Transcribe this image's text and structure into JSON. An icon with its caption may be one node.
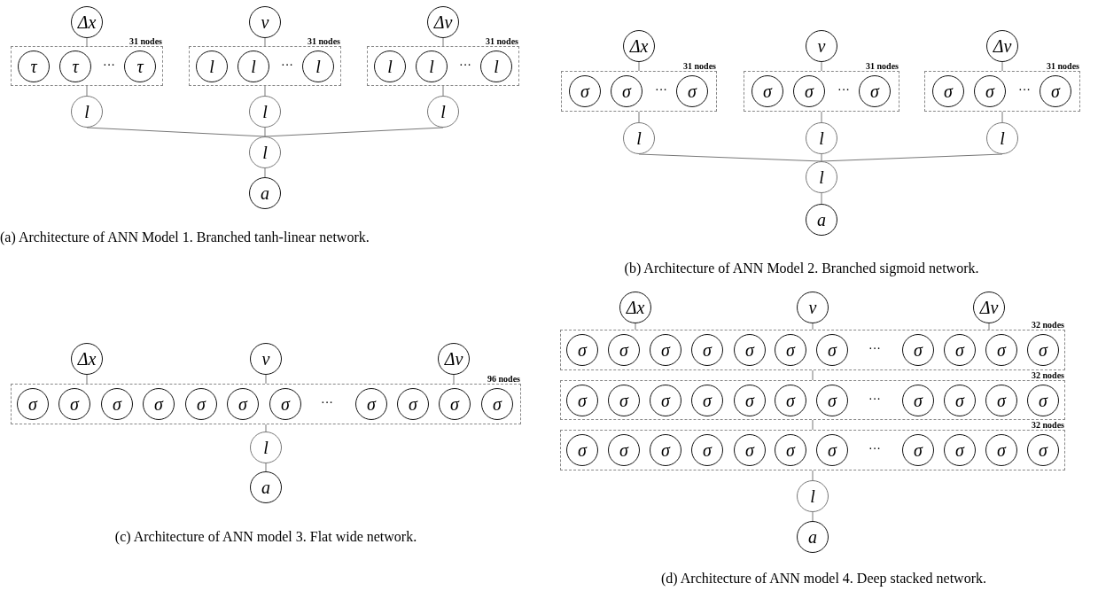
{
  "diagram": {
    "nodes": [
      {
        "text": [
          "Δx"
        ]
      },
      {
        "text": [
          "31 nodes",
          "···"
        ]
      },
      {
        "text": [
          "τ"
        ],
        "in": 1
      },
      {
        "text": [
          "τ"
        ],
        "in": 1
      },
      {
        "text": [
          "τ"
        ],
        "in": 1
      },
      {
        "text": [
          "l"
        ]
      },
      {
        "text": [
          "v"
        ]
      },
      {
        "text": [
          "31 nodes",
          "···"
        ]
      },
      {
        "text": [
          "l"
        ],
        "in": 7
      },
      {
        "text": [
          "l"
        ],
        "in": 7
      },
      {
        "text": [
          "l"
        ],
        "in": 7
      },
      {
        "text": [
          "l"
        ]
      },
      {
        "text": [
          "Δv"
        ]
      },
      {
        "text": [
          "31 nodes",
          "···"
        ]
      },
      {
        "text": [
          "l"
        ],
        "in": 13
      },
      {
        "text": [
          "l"
        ],
        "in": 13
      },
      {
        "text": [
          "l"
        ],
        "in": 13
      },
      {
        "text": [
          "l"
        ]
      },
      {
        "text": [
          "l"
        ]
      },
      {
        "text": [
          "a"
        ]
      },
      {
        "text": [
          "Δx"
        ]
      },
      {
        "text": [
          "31 nodes",
          "···"
        ]
      },
      {
        "text": [
          "σ"
        ],
        "in": 21
      },
      {
        "text": [
          "σ"
        ],
        "in": 21
      },
      {
        "text": [
          "σ"
        ],
        "in": 21
      },
      {
        "text": [
          "l"
        ]
      },
      {
        "text": [
          "v"
        ]
      },
      {
        "text": [
          "31 nodes",
          "···"
        ]
      },
      {
        "text": [
          "σ"
        ],
        "in": 27
      },
      {
        "text": [
          "σ"
        ],
        "in": 27
      },
      {
        "text": [
          "σ"
        ],
        "in": 27
      },
      {
        "text": [
          "l"
        ]
      },
      {
        "text": [
          "Δv"
        ]
      },
      {
        "text": [
          "31 nodes",
          "···"
        ]
      },
      {
        "text": [
          "σ"
        ],
        "in": 33
      },
      {
        "text": [
          "σ"
        ],
        "in": 33
      },
      {
        "text": [
          "σ"
        ],
        "in": 33
      },
      {
        "text": [
          "l"
        ]
      },
      {
        "text": [
          "l"
        ]
      },
      {
        "text": [
          "a"
        ]
      },
      {
        "text": [
          "Δx"
        ]
      },
      {
        "text": [
          "v"
        ]
      },
      {
        "text": [
          "Δv"
        ]
      },
      {
        "text": [
          "96 nodes",
          "···"
        ]
      },
      {
        "text": [
          "σ"
        ],
        "in": 43
      },
      {
        "text": [
          "σ"
        ],
        "in": 43
      },
      {
        "text": [
          "σ"
        ],
        "in": 43
      },
      {
        "text": [
          "σ"
        ],
        "in": 43
      },
      {
        "text": [
          "σ"
        ],
        "in": 43
      },
      {
        "text": [
          "σ"
        ],
        "in": 43
      },
      {
        "text": [
          "σ"
        ],
        "in": 43
      },
      {
        "text": [
          "σ"
        ],
        "in": 43
      },
      {
        "text": [
          "σ"
        ],
        "in": 43
      },
      {
        "text": [
          "σ"
        ],
        "in": 43
      },
      {
        "text": [
          "σ"
        ],
        "in": 43
      },
      {
        "text": [
          "l"
        ]
      },
      {
        "text": [
          "a"
        ]
      },
      {
        "text": [
          "Δx"
        ]
      },
      {
        "text": [
          "v"
        ]
      },
      {
        "text": [
          "Δv"
        ]
      },
      {
        "text": [
          "32 nodes",
          "···"
        ]
      },
      {
        "text": [
          "σ"
        ],
        "in": 60
      },
      {
        "text": [
          "σ"
        ],
        "in": 60
      },
      {
        "text": [
          "σ"
        ],
        "in": 60
      },
      {
        "text": [
          "σ"
        ],
        "in": 60
      },
      {
        "text": [
          "σ"
        ],
        "in": 60
      },
      {
        "text": [
          "σ"
        ],
        "in": 60
      },
      {
        "text": [
          "σ"
        ],
        "in": 60
      },
      {
        "text": [
          "σ"
        ],
        "in": 60
      },
      {
        "text": [
          "σ"
        ],
        "in": 60
      },
      {
        "text": [
          "σ"
        ],
        "in": 60
      },
      {
        "text": [
          "σ"
        ],
        "in": 60
      },
      {
        "text": [
          "32 nodes",
          "···"
        ]
      },
      {
        "text": [
          "σ"
        ],
        "in": 72
      },
      {
        "text": [
          "σ"
        ],
        "in": 72
      },
      {
        "text": [
          "σ"
        ],
        "in": 72
      },
      {
        "text": [
          "σ"
        ],
        "in": 72
      },
      {
        "text": [
          "σ"
        ],
        "in": 72
      },
      {
        "text": [
          "σ"
        ],
        "in": 72
      },
      {
        "text": [
          "σ"
        ],
        "in": 72
      },
      {
        "text": [
          "σ"
        ],
        "in": 72
      },
      {
        "text": [
          "σ"
        ],
        "in": 72
      },
      {
        "text": [
          "σ"
        ],
        "in": 72
      },
      {
        "text": [
          "σ"
        ],
        "in": 72
      },
      {
        "text": [
          "32 nodes",
          "···"
        ]
      },
      {
        "text": [
          "σ"
        ],
        "in": 84
      },
      {
        "text": [
          "σ"
        ],
        "in": 84
      },
      {
        "text": [
          "σ"
        ],
        "in": 84
      },
      {
        "text": [
          "σ"
        ],
        "in": 84
      },
      {
        "text": [
          "σ"
        ],
        "in": 84
      },
      {
        "text": [
          "σ"
        ],
        "in": 84
      },
      {
        "text": [
          "σ"
        ],
        "in": 84
      },
      {
        "text": [
          "σ"
        ],
        "in": 84
      },
      {
        "text": [
          "σ"
        ],
        "in": 84
      },
      {
        "text": [
          "σ"
        ],
        "in": 84
      },
      {
        "text": [
          "σ"
        ],
        "in": 84
      },
      {
        "text": [
          "l"
        ]
      },
      {
        "text": [
          "a"
        ]
      }
    ],
    "edges": [
      {
        "from": 0,
        "to": 1,
        "arrow": "none"
      },
      {
        "from": 1,
        "to": 5,
        "arrow": "none"
      },
      {
        "from": 6,
        "to": 7,
        "arrow": "none"
      },
      {
        "from": 7,
        "to": 11,
        "arrow": "none"
      },
      {
        "from": 12,
        "to": 13,
        "arrow": "none"
      },
      {
        "from": 13,
        "to": 17,
        "arrow": "none"
      },
      {
        "from": 5,
        "to": 18,
        "arrow": "none"
      },
      {
        "from": 11,
        "to": 18,
        "arrow": "none"
      },
      {
        "from": 17,
        "to": 18,
        "arrow": "none"
      },
      {
        "from": 18,
        "to": 19,
        "arrow": "none"
      },
      {
        "from": 20,
        "to": 21,
        "arrow": "none"
      },
      {
        "from": 21,
        "to": 25,
        "arrow": "none"
      },
      {
        "from": 26,
        "to": 27,
        "arrow": "none"
      },
      {
        "from": 27,
        "to": 31,
        "arrow": "none"
      },
      {
        "from": 32,
        "to": 33,
        "arrow": "none"
      },
      {
        "from": 33,
        "to": 37,
        "arrow": "none"
      },
      {
        "from": 25,
        "to": 38,
        "arrow": "none"
      },
      {
        "from": 31,
        "to": 38,
        "arrow": "none"
      },
      {
        "from": 37,
        "to": 38,
        "arrow": "none"
      },
      {
        "from": 38,
        "to": 39,
        "arrow": "none"
      },
      {
        "from": 40,
        "to": 43,
        "arrow": "none"
      },
      {
        "from": 41,
        "to": 43,
        "arrow": "none"
      },
      {
        "from": 42,
        "to": 43,
        "arrow": "none"
      },
      {
        "from": 43,
        "to": 55,
        "arrow": "none"
      },
      {
        "from": 55,
        "to": 56,
        "arrow": "none"
      },
      {
        "from": 57,
        "to": 60,
        "arrow": "none"
      },
      {
        "from": 58,
        "to": 60,
        "arrow": "none"
      },
      {
        "from": 59,
        "to": 60,
        "arrow": "none"
      },
      {
        "from": 60,
        "to": 72,
        "arrow": "none"
      },
      {
        "from": 72,
        "to": 84,
        "arrow": "none"
      },
      {
        "from": 84,
        "to": 96,
        "arrow": "none"
      },
      {
        "from": 96,
        "to": 97,
        "arrow": "none"
      }
    ],
    "labels": [
      "(a) Architecture of ANN Model 1. Branched tanh-linear network.",
      "(b) Architecture of ANN Model 2. Branched sigmoid network.",
      "(c) Architecture of ANN model 3. Flat wide network.",
      "(d) Architecture of ANN model 4. Deep stacked network."
    ]
  }
}
